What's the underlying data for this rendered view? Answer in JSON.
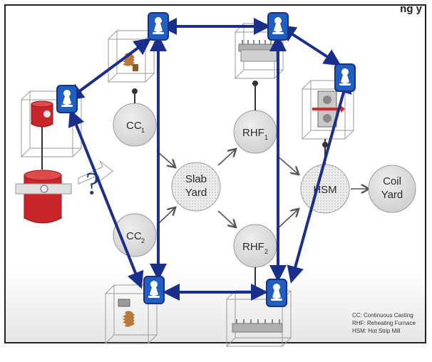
{
  "corner_text": "ng y",
  "nodes": {
    "cc1": {
      "label": "CC",
      "sub": "1"
    },
    "cc2": {
      "label": "CC",
      "sub": "2"
    },
    "slab": {
      "line1": "Slab",
      "line2": "Yard"
    },
    "rhf1": {
      "label": "RHF",
      "sub": "1"
    },
    "rhf2": {
      "label": "RHF",
      "sub": "2"
    },
    "hsm": {
      "label": "HSM"
    },
    "coil": {
      "line1": "Coil",
      "line2": "Yard"
    }
  },
  "question_mark": "?",
  "legend": [
    "CC:   Continuous Casting",
    "RHF:  Reheating Furnace",
    "HSM:  Hot Strip Mill"
  ],
  "colors": {
    "agent_fill": "#1f5fbf",
    "agent_dark": "#1a2f8a",
    "node_fill": "#dcdcdc",
    "node_stroke": "#9a9a9a",
    "flow_arrow": "#555555",
    "ladle_red": "#c8262a"
  },
  "icons": [
    "operator-agent-icon",
    "ladle-icon",
    "caster-spring-icon",
    "furnace-rack-icon",
    "mill-roll-icon"
  ]
}
